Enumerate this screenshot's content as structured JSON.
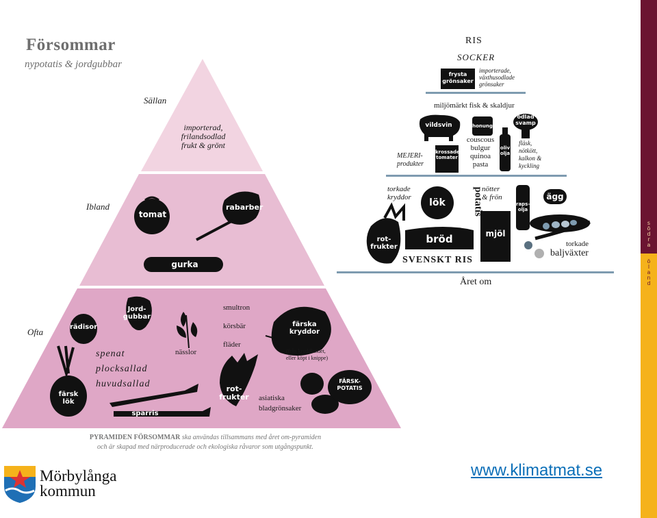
{
  "header": {
    "title": "Försommar",
    "subtitle": "nypotatis & jordgubbar"
  },
  "tiers": {
    "rarely": "Sällan",
    "sometimes": "Ibland",
    "often": "Ofta"
  },
  "top_tier": {
    "text": [
      "importerad,",
      "frilandsodlad",
      "frukt & grönt"
    ]
  },
  "middle_tier": {
    "tomat": "tomat",
    "rabarber": "rabarber",
    "gurka": "gurka"
  },
  "bottom_tier": {
    "radisor": "rädisor",
    "jordgubbar": [
      "Jord-",
      "gubbar"
    ],
    "greens": [
      "spenat",
      "plocksallad",
      "huvudsallad"
    ],
    "farsk_lok": [
      "färsk",
      "lök"
    ],
    "sparris": "sparris",
    "nasslor": "nässlor",
    "berries": [
      "smultron",
      "körsbär",
      "fläder"
    ],
    "rotfrukter": [
      "rot-",
      "frukter"
    ],
    "farska_kryddor": [
      "färska",
      "kryddor"
    ],
    "kryddor_note": [
      "(från kryddlandet,",
      "eller köpt i knippe)"
    ],
    "asiatiska": [
      "asiatiska",
      "bladgrönsaker"
    ],
    "farskpotatis": [
      "FÄRSK-",
      "POTATIS"
    ]
  },
  "pyramid_note": {
    "bold": "PYRAMIDEN FÖRSOMMAR",
    "line1": " ska användas tillsammans med året om-pyramiden",
    "line2": "och är skapad med närproducerade och ekologiska råvaror som utgångspunkt."
  },
  "right_pyramid": {
    "top": [
      "RIS",
      "SOCKER"
    ],
    "frysta": [
      "frysta",
      "grönsaker"
    ],
    "importerade": [
      "importerade,",
      "växthusodlade",
      "grönsaker"
    ],
    "fisk": "miljömärkt fisk & skaldjur",
    "vildsvin": "vildsvin",
    "honung": "honung",
    "odlad_svamp": [
      "odlad",
      "svamp"
    ],
    "mejeri": [
      "MEJERI-",
      "produkter"
    ],
    "krossade": [
      "krossade",
      "tomater"
    ],
    "grains": [
      "couscous",
      "bulgur",
      "quinoa",
      "pasta"
    ],
    "olivolja": [
      "oliv",
      "olja"
    ],
    "meat": [
      "fläsk,",
      "nötkött,",
      "kalkon &",
      "kyckling"
    ],
    "torkade_kryddor": [
      "torkade",
      "kryddor"
    ],
    "lok": "lök",
    "potatis": "potatis",
    "notter": [
      "nötter",
      "& frön"
    ],
    "rapsolja": [
      "raps-",
      "olja"
    ],
    "agg": "ägg",
    "rotfrukter": [
      "rot-",
      "frukter"
    ],
    "brod": "bröd",
    "mjol": "mjöl",
    "svenskt_ris": "SVENSKT RIS",
    "baljvaxter": [
      "torkade",
      "baljväxter"
    ],
    "aret_om": "Året om"
  },
  "logo": {
    "line1": "Mörbylånga",
    "line2": "kommun"
  },
  "sidebar": {
    "top": "södra",
    "bottom": "öland"
  },
  "url": "www.klimatmat.se",
  "colors": {
    "tier_top": "#f2d4e1",
    "tier_mid": "#e8bdd3",
    "tier_bottom": "#dfa7c6",
    "sidebar_top": "#6b1431",
    "sidebar_bottom": "#f5b21b",
    "link": "#0b6fb8",
    "rule": "#7e9bb0"
  }
}
